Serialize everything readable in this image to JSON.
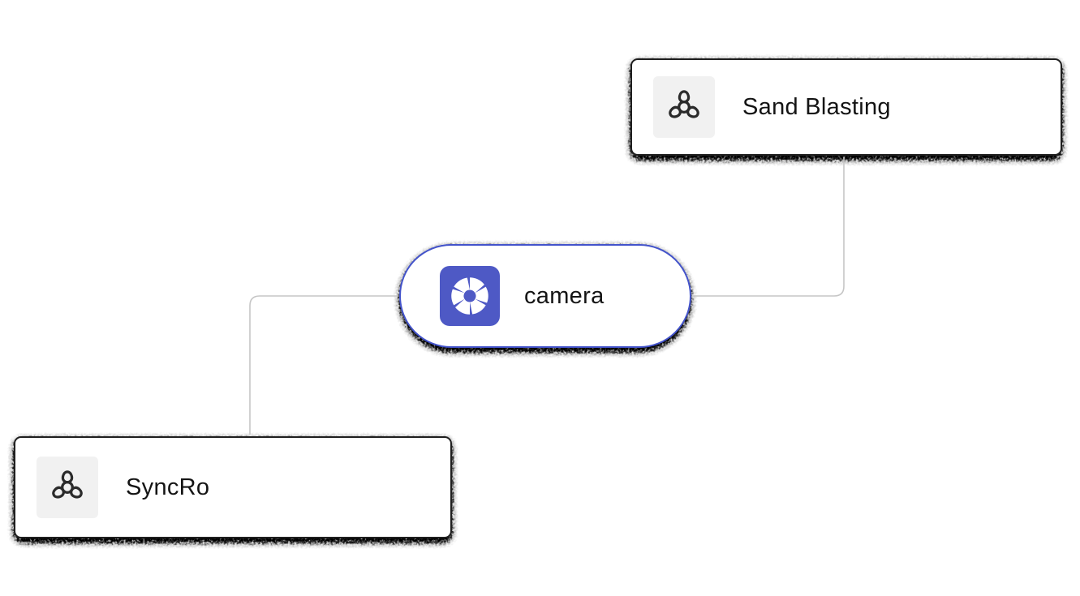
{
  "diagram": {
    "background": "#ffffff",
    "nodes": {
      "camera": {
        "label": "camera",
        "icon": "aperture-icon",
        "shape": "pill",
        "accent": "#4353cb",
        "icon_bg": "#4e59c5"
      },
      "sand_blasting": {
        "label": "Sand Blasting",
        "icon": "fan-icon",
        "shape": "card",
        "border": "#1f1f1f",
        "icon_bg": "#f1f1f1"
      },
      "syncro": {
        "label": "SyncRo",
        "icon": "fan-icon",
        "shape": "card",
        "border": "#1f1f1f",
        "icon_bg": "#f1f1f1"
      }
    },
    "edges": [
      {
        "from": "camera",
        "to": "sand_blasting"
      },
      {
        "from": "camera",
        "to": "syncro"
      }
    ],
    "edge_color": "#c6c6c6",
    "text_color": "#141414",
    "shadow_color": "#000000"
  }
}
